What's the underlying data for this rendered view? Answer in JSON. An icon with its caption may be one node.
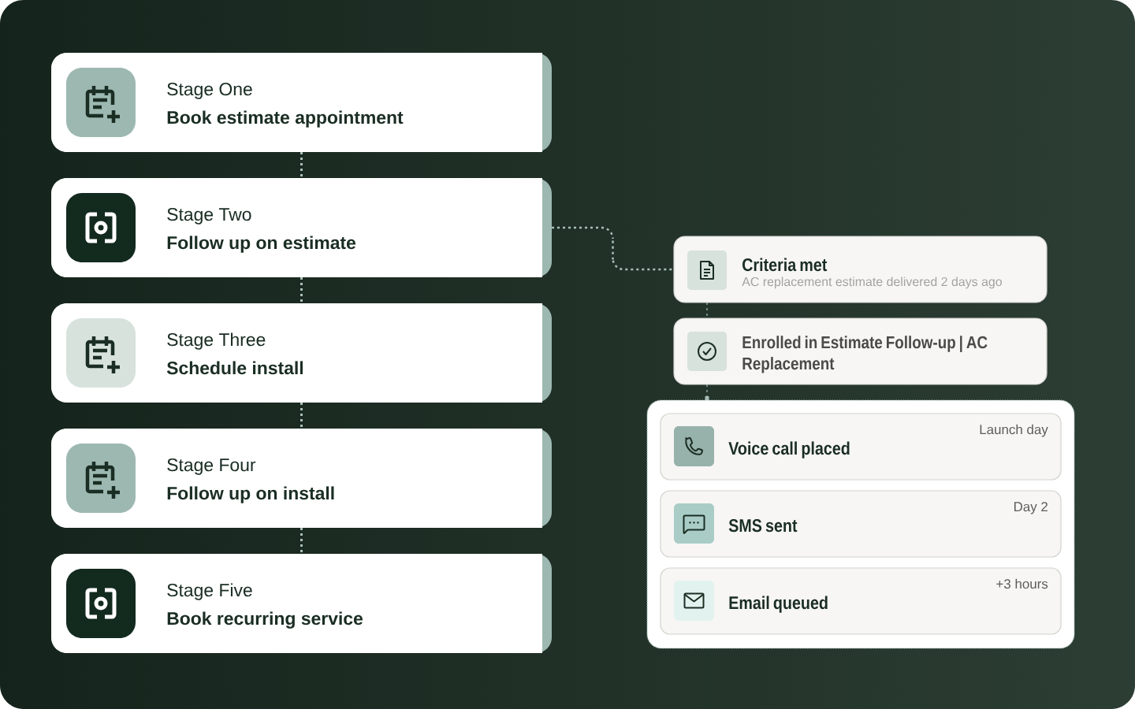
{
  "diagram": {
    "nodes": [
      {
        "text": [
          "Stage One",
          "Book estimate appointment"
        ]
      },
      {
        "text": [
          "Stage Two",
          "Follow up on estimate"
        ]
      },
      {
        "text": [
          "Stage Three",
          "Schedule install"
        ]
      },
      {
        "text": [
          "Stage Four",
          "Follow up on install"
        ]
      },
      {
        "text": [
          "Stage Five",
          "Book recurring service"
        ]
      },
      {
        "text": [
          "Criteria met",
          "AC replacement estimate delivered 2 days ago"
        ]
      },
      {
        "text": [
          "Enrolled in Estimate Follow-up | AC Replacement"
        ]
      },
      {
        "text": [],
        "shape": "box"
      },
      {
        "text": [
          "Voice call placed",
          "Launch day"
        ],
        "in": 7
      },
      {
        "text": [
          "SMS sent",
          "Day 2"
        ],
        "in": 7
      },
      {
        "text": [
          "Email queued",
          "+3 hours"
        ],
        "in": 7
      }
    ],
    "edges": [
      {
        "from": 0,
        "to": 1,
        "arrow": "none",
        "style": "dashed"
      },
      {
        "from": 1,
        "to": 2,
        "arrow": "none",
        "style": "dashed"
      },
      {
        "from": 2,
        "to": 3,
        "arrow": "none",
        "style": "dashed"
      },
      {
        "from": 3,
        "to": 4,
        "arrow": "none",
        "style": "dashed"
      },
      {
        "from": 1,
        "to": 5,
        "arrow": "none",
        "style": "dashed"
      },
      {
        "from": 5,
        "to": 6,
        "arrow": "none",
        "style": "dashed"
      },
      {
        "from": 6,
        "to": 7,
        "arrow": "other",
        "style": "dashed"
      }
    ]
  }
}
